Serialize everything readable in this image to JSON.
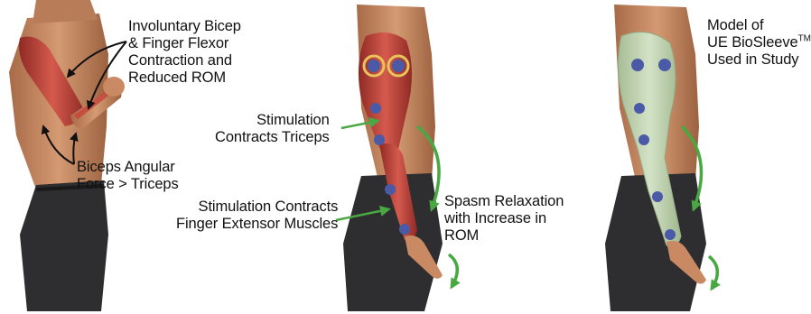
{
  "panels": [
    {
      "id": "left",
      "labels": [
        {
          "key": "involuntary",
          "text": "Involuntary Bicep\n& Finger Flexor\nContraction and\nReduced ROM"
        },
        {
          "key": "angular",
          "text": "Biceps Angular\nForce > Triceps"
        }
      ]
    },
    {
      "id": "middle",
      "labels": [
        {
          "key": "triceps",
          "text": "Stimulation\nContracts Triceps"
        },
        {
          "key": "extensor",
          "text": "Stimulation Contracts\nFinger Extensor Muscles"
        },
        {
          "key": "spasm",
          "text": "Spasm Relaxation\nwith Increase in\nROM"
        }
      ]
    },
    {
      "id": "right",
      "labels": [
        {
          "key": "model_line1",
          "text": "Model of"
        },
        {
          "key": "model_line2",
          "text": "UE BioSleeve"
        },
        {
          "key": "model_tm",
          "text": "TM"
        },
        {
          "key": "model_line3",
          "text": "Used in Study"
        }
      ]
    }
  ],
  "colors": {
    "skin": "#c98a63",
    "skin_shadow": "#9c6240",
    "muscle": "#c9423a",
    "muscle_dark": "#8f2a25",
    "shorts": "#2e2e30",
    "sleeve": "#bfd3ae",
    "electrode": "#4b5aa6",
    "electrode_ring": "#e8c25a",
    "green_arrow": "#4aa843",
    "black_arrow": "#111111"
  }
}
